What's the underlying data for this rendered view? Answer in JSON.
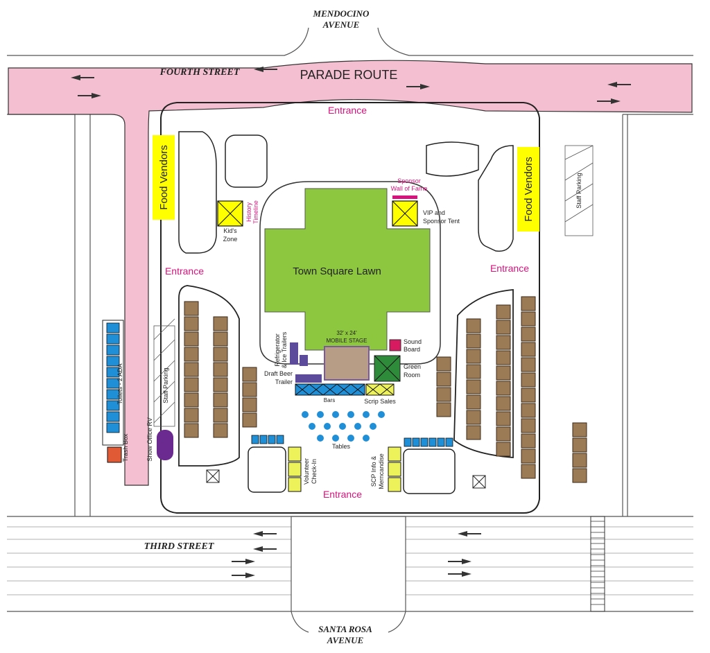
{
  "streets": {
    "north_avenue_1": "MENDOCINO",
    "north_avenue_2": "AVENUE",
    "fourth": "FOURTH    STREET",
    "parade": "PARADE ROUTE",
    "third": "THIRD     STREET",
    "south_avenue_1": "SANTA  ROSA",
    "south_avenue_2": "AVENUE"
  },
  "labels": {
    "entrance_top": "Entrance",
    "entrance_left": "Entrance",
    "entrance_right": "Entrance",
    "entrance_bottom": "Entrance",
    "food_vendors_left": "Food Vendors",
    "food_vendors_right": "Food Vendors",
    "town_square_lawn": "Town Square Lawn",
    "kids_zone_1": "Kid's",
    "kids_zone_2": "Zone",
    "history_timeline_1": "History",
    "history_timeline_2": "Timeline",
    "sponsor_wall_1": "Sponsor",
    "sponsor_wall_2": "Wall of Fame",
    "vip_1": "VIP and",
    "vip_2": "Sponsor Tent",
    "stage_1": "32' x 24'",
    "stage_2": "MOBILE STAGE",
    "sound_board_1": "Sound",
    "sound_board_2": "Board",
    "green_room_1": "Green",
    "green_room_2": "Room",
    "refrigerator_1": "Refrigerator",
    "refrigerator_2": "& Ice Trailers",
    "draft_beer_1": "Draft Beer",
    "draft_beer_2": "Trailer",
    "bars": "Bars",
    "scrip_sales": "Scrip Sales",
    "tables": "Tables",
    "volunteer_1": "Volunteer",
    "volunteer_2": "Check-In",
    "scp_info_1": "SCP Info &",
    "scp_info_2": "Merncandise",
    "toilets": "Toilets - 2 ADA",
    "staff_parking_left": "Staff Parking",
    "staff_parking_right": "Staff Parking",
    "show_office": "Show Office RV",
    "trash_box": "Trash Box"
  },
  "colors": {
    "parade_route": "#f4bfd1",
    "lawn": "#8dc63f",
    "food_vendors": "#ffff00",
    "vendor_booth": "#9b7b55",
    "toilet_blue": "#1f8fd8",
    "entrance_text": "#d6137c",
    "green_room": "#2e8b3a",
    "sound_board": "#d81b60",
    "show_office": "#6a2a8f",
    "trash_box": "#e05a35",
    "stage_fill": "#b79d86",
    "stage_border": "#7a5a9a",
    "scrip_yellow": "#eef25a"
  }
}
